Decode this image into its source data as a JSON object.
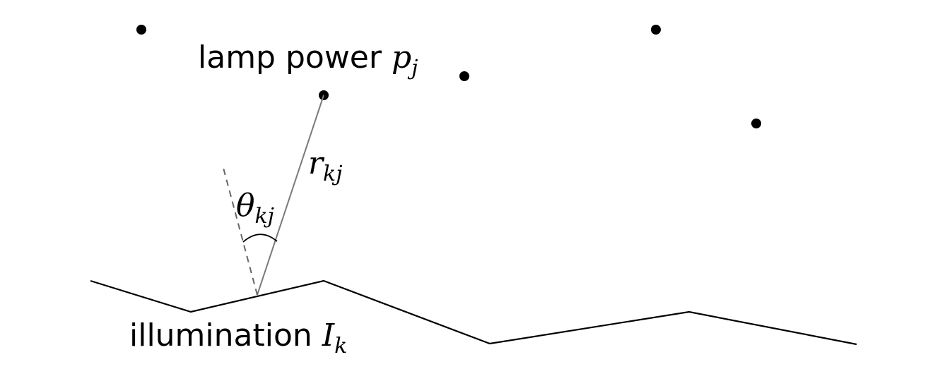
{
  "labels": {
    "lamp_text": "lamp power ",
    "lamp_symbol": "p",
    "lamp_subscript": "j",
    "distance_symbol": "r",
    "distance_subscript": "kj",
    "angle_symbol": "θ",
    "angle_subscript": "kj",
    "illum_text": "illumination ",
    "illum_symbol": "I",
    "illum_subscript": "k"
  },
  "lamps": [
    {
      "id": "lamp-1"
    },
    {
      "id": "lamp-2"
    },
    {
      "id": "lamp-3"
    },
    {
      "id": "lamp-4"
    },
    {
      "id": "lamp-5"
    }
  ],
  "colors": {
    "ink": "#000000",
    "ray": "#7a7a7a",
    "normal": "#666666"
  }
}
